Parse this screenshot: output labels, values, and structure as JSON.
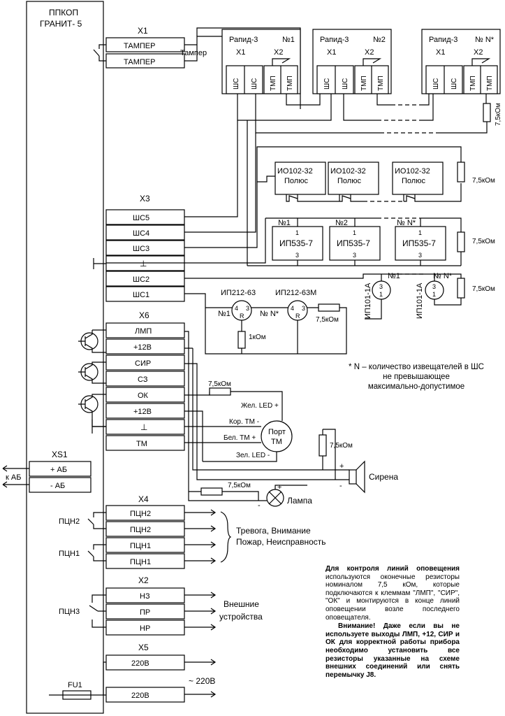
{
  "device": {
    "title_line1": "ППКОП",
    "title_line2": "ГРАНИТ- 5"
  },
  "x1": {
    "name": "X1",
    "terminals": [
      "ТАМПЕР",
      "ТАМПЕР"
    ],
    "tamper_label": "Тампер"
  },
  "rapid": [
    {
      "title": "Рапид-3",
      "num": "№1",
      "x1": "X1",
      "x2": "X2",
      "sh1": "ШС",
      "sh2": "ШС",
      "tmp1": "ТМП",
      "tmp2": "ТМП"
    },
    {
      "title": "Рапид-3",
      "num": "№2",
      "x1": "X1",
      "x2": "X2",
      "sh1": "ШС",
      "sh2": "ШС",
      "tmp1": "ТМП",
      "tmp2": "ТМП"
    },
    {
      "title": "Рапид-3",
      "num": "№ N*",
      "x1": "X1",
      "x2": "X2",
      "sh1": "ШС",
      "sh2": "ШС",
      "tmp1": "ТМП",
      "tmp2": "ТМП"
    }
  ],
  "x3": {
    "name": "X3",
    "terminals": [
      "ШС5",
      "ШС4",
      "ШС3",
      "⊥",
      "ШС2",
      "ШС1"
    ]
  },
  "io102": [
    {
      "line1": "ИО102-32",
      "line2": "Полюс"
    },
    {
      "line1": "ИО102-32",
      "line2": "Полюс"
    },
    {
      "line1": "ИО102-32",
      "line2": "Полюс"
    }
  ],
  "ip535": [
    {
      "num": "№1",
      "name": "ИП535-7",
      "pin1": "1",
      "pin3": "3"
    },
    {
      "num": "№2",
      "name": "ИП535-7",
      "pin1": "1",
      "pin3": "3"
    },
    {
      "num": "№ N*",
      "name": "ИП535-7",
      "pin1": "1",
      "pin3": "3"
    }
  ],
  "ip101": [
    {
      "name": "ИП101-1А",
      "num": "№1",
      "pin3": "3",
      "pin1": "1"
    },
    {
      "name": "ИП101-1А",
      "num": "№ N*",
      "pin3": "3",
      "pin1": "1"
    }
  ],
  "ip212": [
    {
      "name": "ИП212-63",
      "num": "№1",
      "p4": "4",
      "p3": "3",
      "pR": "R"
    },
    {
      "name": "ИП212-63М",
      "num": "№ N*",
      "p4": "4",
      "p3": "3",
      "pR": "R"
    }
  ],
  "resistors": {
    "r75": "7,5кОм",
    "r75b": "7,5 кОм",
    "r1": "1кОм"
  },
  "x6": {
    "name": "X6",
    "terminals": [
      "ЛМП",
      "+12В",
      "СИР",
      "СЗ",
      "ОК",
      "+12В",
      "⊥",
      "ТМ"
    ]
  },
  "port_tm": {
    "line1": "Порт",
    "line2": "ТМ",
    "yellow_led": "Жел. LED +",
    "kor_tm": "Кор. ТМ -",
    "bel_tm": "Бел. ТМ +",
    "green_led": "Зел. LED -",
    "plus": "+",
    "minus": "-"
  },
  "siren": {
    "label": "Сирена",
    "plus": "+",
    "minus": "-"
  },
  "lamp": {
    "label": "Лампа",
    "plus": "+",
    "minus": "-"
  },
  "xs1": {
    "name": "XS1",
    "terminals": [
      "+ АБ",
      "- АБ"
    ],
    "battery": "к АБ"
  },
  "x4": {
    "name": "X4",
    "terminals": [
      "ПЦН2",
      "ПЦН2",
      "ПЦН1",
      "ПЦН1"
    ],
    "relay1": "ПЦН2",
    "relay2": "ПЦН1",
    "out_line1": "Тревога, Внимание",
    "out_line2": "Пожар, Неисправность"
  },
  "x2": {
    "name": "X2",
    "terminals": [
      "НЗ",
      "ПР",
      "НР"
    ],
    "relay": "ПЦН3",
    "out_line1": "Внешние",
    "out_line2": "устройства"
  },
  "x5": {
    "name": "X5",
    "terminals": [
      "220В",
      "220В"
    ],
    "fuse": "FU1",
    "mains": "~ 220В"
  },
  "footnote": {
    "line1": "*  N – количество извещателей в ШС",
    "line2": "не превышающее",
    "line3": "максимально-допустимое"
  },
  "note": {
    "p1_bold": "Для контроля линий оповещения",
    "p1_rest": " используются оконечные резисторы номиналом 7,5 кОм, которые подключаются к клеммам \"ЛМП\", \"СИР\", \"ОК\" и монтируются в конце линий оповещении возле последнего оповещателя.",
    "p2": "Внимание! Даже если вы не используете выходы ЛМП, +12, СИР и ОК для корректной работы прибора необходимо установить все резисторы указанные на схеме внешних соединений или снять перемычку J8."
  }
}
